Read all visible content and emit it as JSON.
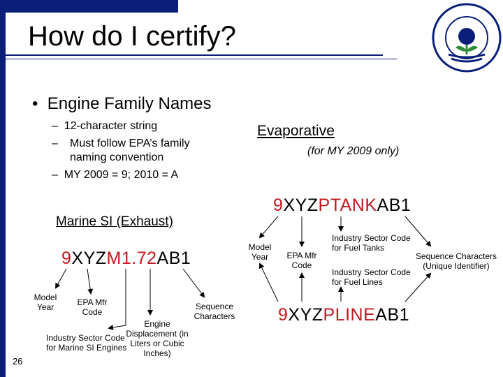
{
  "slide": {
    "title": "How do I certify?",
    "page_number": "26"
  },
  "bullets": {
    "main": "Engine Family Names",
    "sub": [
      "12-character string",
      "Must follow EPA’s family naming convention",
      "MY 2009 = 9; 2010 = A"
    ],
    "bullet_glyph": "•",
    "dash_glyph": "–"
  },
  "evaporative": {
    "heading": "Evaporative",
    "note": "(for MY 2009 only)",
    "tank_code": {
      "a": "9",
      "b": "XYZ",
      "c": "PTANK",
      "d": "AB1"
    },
    "line_code": {
      "a": "9",
      "b": "XYZ",
      "c": "PLINE",
      "d": "AB1"
    },
    "labels": {
      "model_year": "Model Year",
      "mfr_code": "EPA Mfr Code",
      "sector_tanks": "Industry Sector Code for Fuel Tanks",
      "sector_lines": "Industry Sector Code for Fuel Lines",
      "sequence": "Sequence Characters (Unique Identifier)"
    }
  },
  "marine": {
    "heading": "Marine SI (Exhaust)",
    "code": {
      "a": "9",
      "b": "XYZ",
      "c": "M",
      "d": "1.72",
      "e": "AB1"
    },
    "labels": {
      "model_year": "Model Year",
      "mfr_code": "EPA Mfr Code",
      "sector": "Industry Sector Code for Marine SI Engines",
      "displacement": "Engine Displacement (in Liters or Cubic Inches)",
      "sequence": "Sequence Characters"
    }
  },
  "colors": {
    "accent": "#0b1f7a",
    "highlight": "#c0181e",
    "logo_green": "#2e8b3a"
  },
  "icons": {
    "logo": "epa-seal-icon"
  }
}
